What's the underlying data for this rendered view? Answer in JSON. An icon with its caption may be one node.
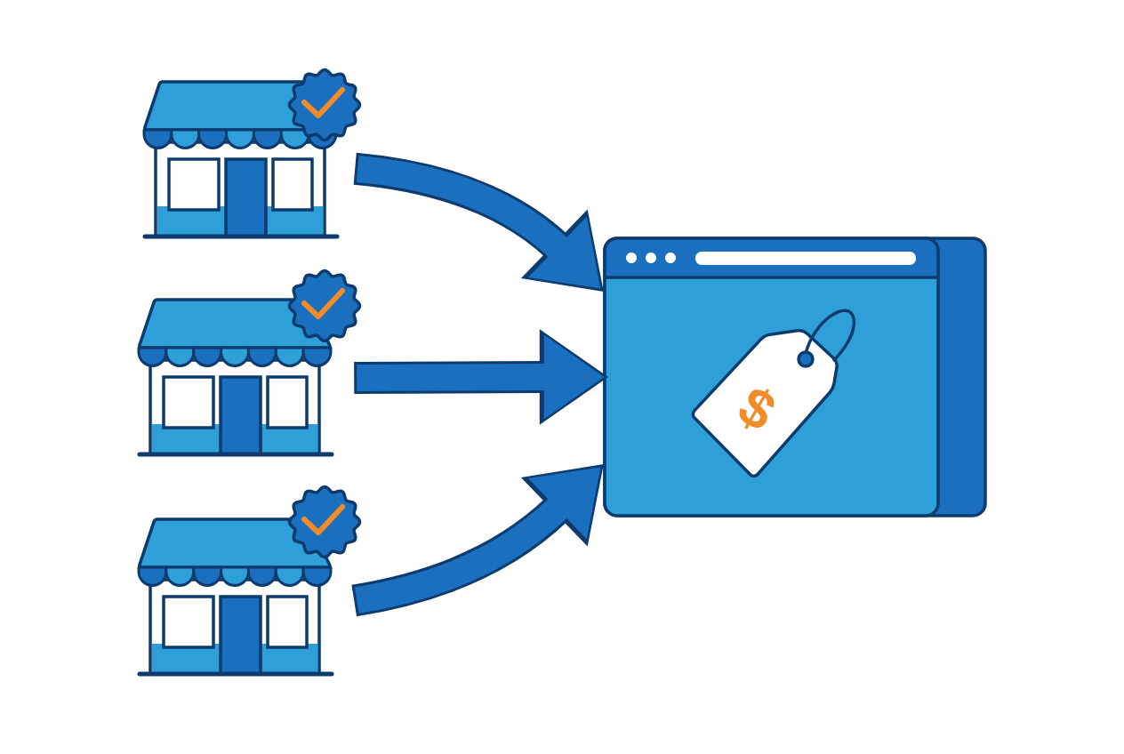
{
  "diagram": {
    "nodes": [
      {
        "text": [],
        "shape": "picture"
      },
      {
        "text": [],
        "shape": "picture"
      },
      {
        "text": [],
        "shape": "picture"
      },
      {
        "text": [],
        "shape": "picture"
      },
      {
        "text": [
          "$"
        ],
        "in": 3
      }
    ],
    "edges": [
      {
        "from": 0,
        "to": 3,
        "arrow": "to"
      },
      {
        "from": 1,
        "to": 3,
        "arrow": "to"
      },
      {
        "from": 2,
        "to": 3,
        "arrow": "to"
      }
    ]
  }
}
